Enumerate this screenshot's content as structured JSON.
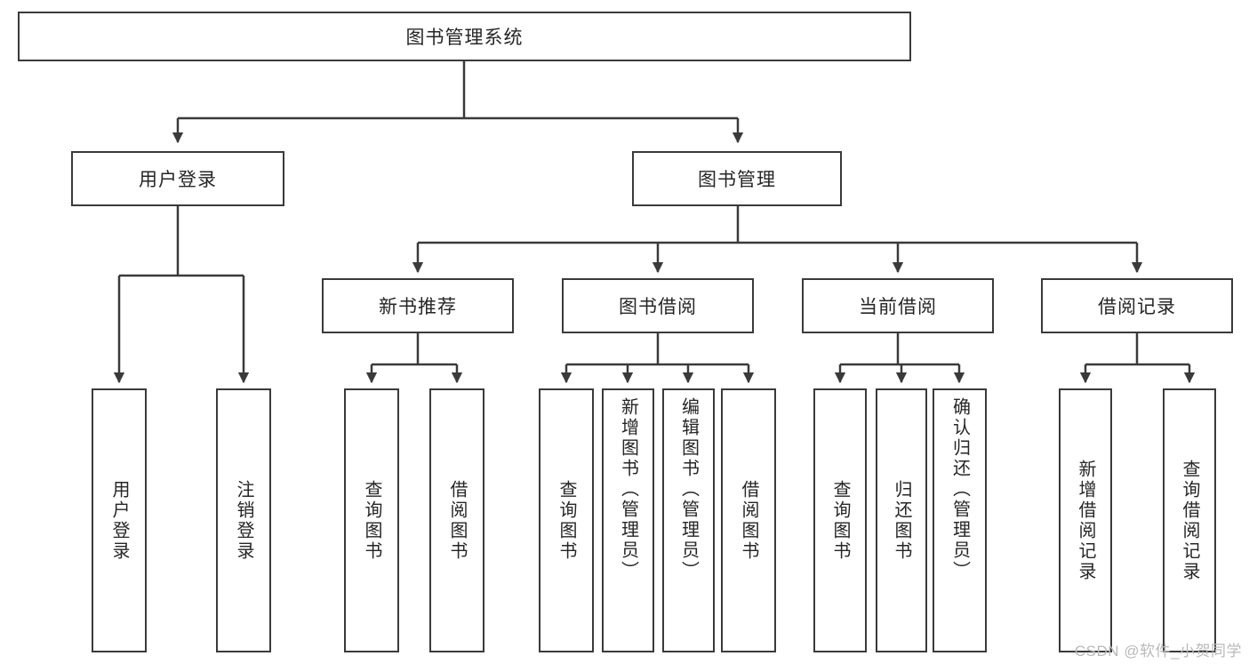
{
  "diagram": {
    "title": "图书管理系统",
    "watermark": "CSDN @软件_小贺同学",
    "colors": {
      "box_border": "#3a3a3a",
      "text": "#262626",
      "connector": "#3a3a3a",
      "background": "#ffffff",
      "watermark": "#b9b9b9"
    },
    "root": {
      "label": "图书管理系统"
    },
    "level2": [
      {
        "label": "用户登录"
      },
      {
        "label": "图书管理"
      }
    ],
    "level3": [
      {
        "label": "新书推荐"
      },
      {
        "label": "图书借阅"
      },
      {
        "label": "当前借阅"
      },
      {
        "label": "借阅记录"
      }
    ],
    "leaves": {
      "user_login": [
        "用户登录",
        "注销登录"
      ],
      "new_book": [
        "查询图书",
        "借阅图书"
      ],
      "book_borrow": [
        "查询图书",
        "新增图书（管理员）",
        "编辑图书（管理员）",
        "借阅图书"
      ],
      "current_borrow": [
        "查询图书",
        "归还图书",
        "确认归还（管理员）"
      ],
      "borrow_record": [
        "新增借阅记录",
        "查询借阅记录"
      ]
    }
  }
}
